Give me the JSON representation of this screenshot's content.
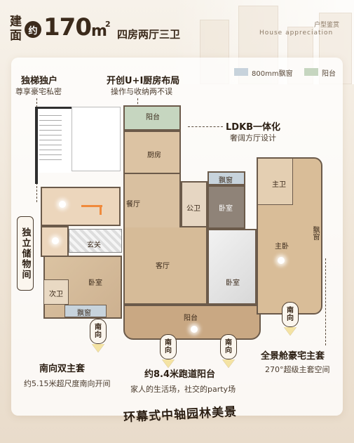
{
  "header": {
    "jian": "建",
    "mian": "面",
    "yue": "约",
    "area": "170",
    "unit": "m",
    "sup": "2",
    "layout": "四房两厅三卫",
    "tag_cn": "户型鉴赏",
    "tag_en": "House appreciation"
  },
  "legend": [
    {
      "label": "800mm飘窗",
      "color": "#c7d3dc"
    },
    {
      "label": "阳台",
      "color": "#c6d6c0"
    }
  ],
  "callouts": {
    "elevator": {
      "title": "独梯独户",
      "sub": "尊享豪宅私密"
    },
    "kitchen": {
      "title": "开创U+I厨房布局",
      "sub": "操作与收纳两不误"
    },
    "ldkb": {
      "title": "LDKB一体化",
      "sub": "奢阔方厅设计"
    },
    "storage": {
      "title": "独立储物间"
    },
    "south_suite": {
      "title": "南向双主套",
      "sub": "约5.15米超尺度南向开间"
    },
    "balcony": {
      "title": "约8.4米跑道阳台",
      "sub": "家人的生活场，社交的party场"
    },
    "master": {
      "title": "全景舱豪宅主套",
      "sub": "270°超级主套空间"
    }
  },
  "rooms": {
    "balcony_top": "阳台",
    "kitchen": "厨房",
    "dining": "餐厅",
    "living": "客厅",
    "bay1": "飘窗",
    "public_wc": "公卫",
    "bedroom_mid": "卧室",
    "bedroom_mid2": "卧室",
    "master_wc": "主卫",
    "master": "主卧",
    "bay_master": "飘窗",
    "foyer": "玄关",
    "bedroom_left": "卧室",
    "second_wc": "次卫",
    "bay_left": "飘窗",
    "balcony_bottom": "阳台"
  },
  "south_label": {
    "a": "南",
    "b": "向"
  },
  "footer": {
    "title": "环幕式中轴园林美景"
  }
}
